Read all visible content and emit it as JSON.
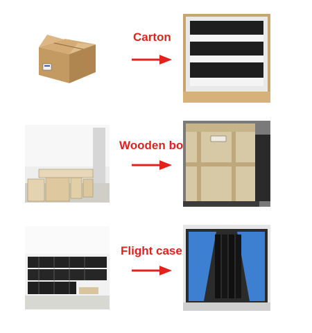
{
  "rows": [
    {
      "label": "Carton",
      "source_photo": "cardboard-box-photo",
      "result_photo": "carton-with-foam-photo"
    },
    {
      "label": "Wooden box",
      "source_photo": "warehouse-wooden-boxes-photo",
      "result_photo": "wooden-crate-photo"
    },
    {
      "label": "Flight case",
      "source_photo": "warehouse-flight-cases-photo",
      "result_photo": "open-flight-case-photo"
    }
  ],
  "colors": {
    "label": "#e8201a",
    "arrow": "#e8201a"
  },
  "icons": {
    "arrow": "red-right-arrow-icon"
  }
}
